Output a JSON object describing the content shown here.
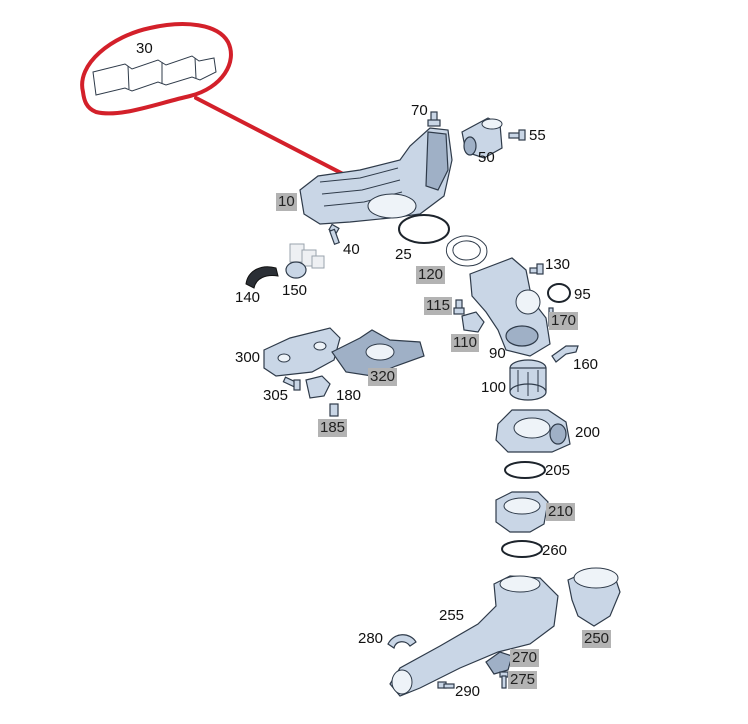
{
  "labels": {
    "p30": "30",
    "p70": "70",
    "p55": "55",
    "p50": "50",
    "p10": "10",
    "p40": "40",
    "p25": "25",
    "p120": "120",
    "p130": "130",
    "p140": "140",
    "p150": "150",
    "p115": "115",
    "p95": "95",
    "p170": "170",
    "p110": "110",
    "p90": "90",
    "p160": "160",
    "p300": "300",
    "p320": "320",
    "p305": "305",
    "p180": "180",
    "p185": "185",
    "p100": "100",
    "p200": "200",
    "p205": "205",
    "p210": "210",
    "p260": "260",
    "p255": "255",
    "p250": "250",
    "p280": "280",
    "p270": "270",
    "p275": "275",
    "p290": "290"
  },
  "colors": {
    "part_fill": "#c9d6e6",
    "outline": "#2f3b4a",
    "highlight_label_bg": "#b3b3b3",
    "callout_mark": "#d3202a"
  }
}
